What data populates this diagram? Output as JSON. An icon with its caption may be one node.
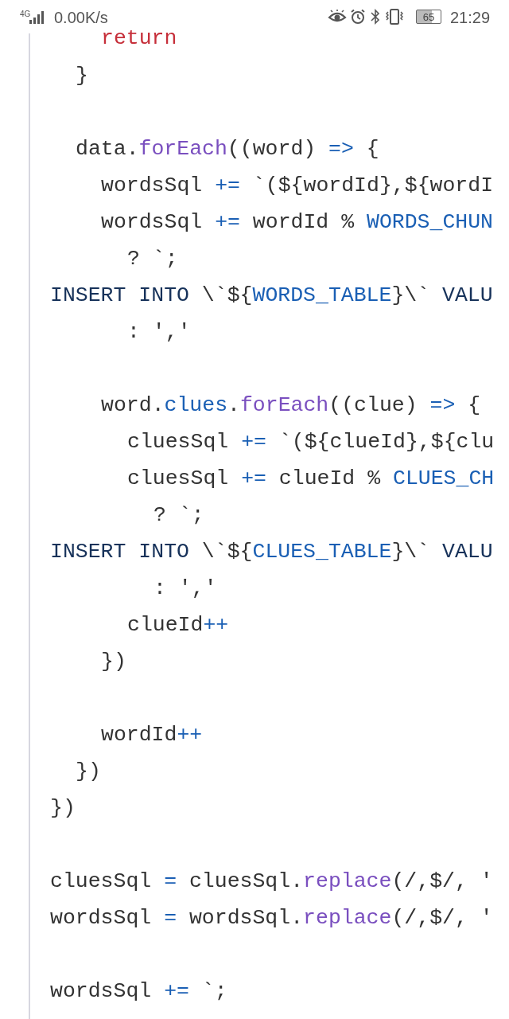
{
  "diagram": {
    "labels": [
      "4G",
      "0.00K/s",
      "65",
      "21:29",
      "return",
      "}",
      "data.forEach((word) => {",
      "wordsSql += `(${wordId},${wordI",
      "wordsSql += wordId % WORDS_CHUN",
      "? `;",
      "INSERT INTO \\`${WORDS_TABLE}\\` VALU",
      ": ','",
      "word.clues.forEach((clue) => {",
      "cluesSql += `(${clueId},${clu",
      "cluesSql += clueId % CLUES_CH",
      "? `;",
      "INSERT INTO \\`${CLUES_TABLE}\\` VALU",
      ": ','",
      "clueId++",
      "})",
      "wordId++",
      "})",
      "})",
      "cluesSql = cluesSql.replace(/,$/, '",
      "wordsSql = wordsSql.replace(/,$/, '",
      "wordsSql += `;"
    ]
  }
}
